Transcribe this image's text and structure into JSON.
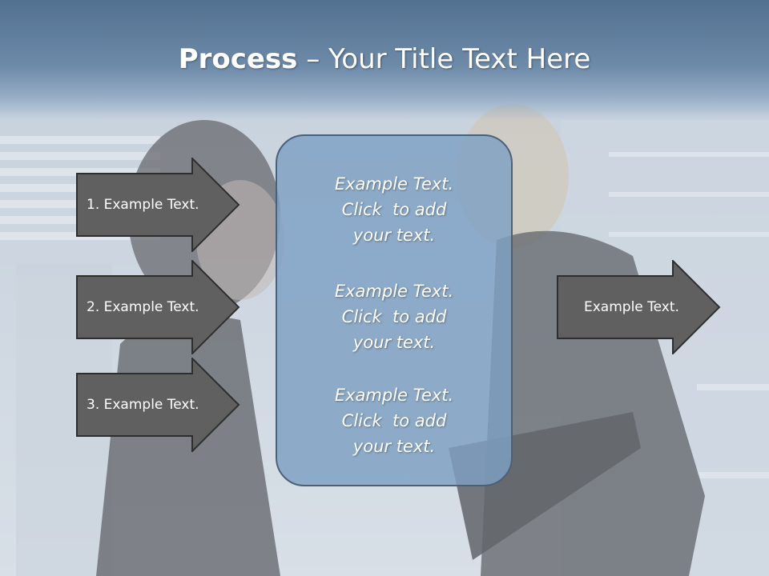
{
  "title": {
    "bold": "Process",
    "rest": " – Your Title Text Here"
  },
  "left_arrows": [
    {
      "label": "1. Example Text."
    },
    {
      "label": "2. Example Text."
    },
    {
      "label": "3. Example Text."
    }
  ],
  "right_arrow": {
    "label": "Example Text."
  },
  "center_box": {
    "blocks": [
      {
        "line1": "Example Text.",
        "line2": "Click  to add",
        "line3": "your text."
      },
      {
        "line1": "Example Text.",
        "line2": "Click  to add",
        "line3": "your text."
      },
      {
        "line1": "Example Text.",
        "line2": "Click  to add",
        "line3": "your text."
      }
    ]
  },
  "colors": {
    "arrow_fill": "#606060",
    "arrow_border": "#2e2e2e",
    "box_fill": "#7ea0c3",
    "header": "#5b7896"
  }
}
